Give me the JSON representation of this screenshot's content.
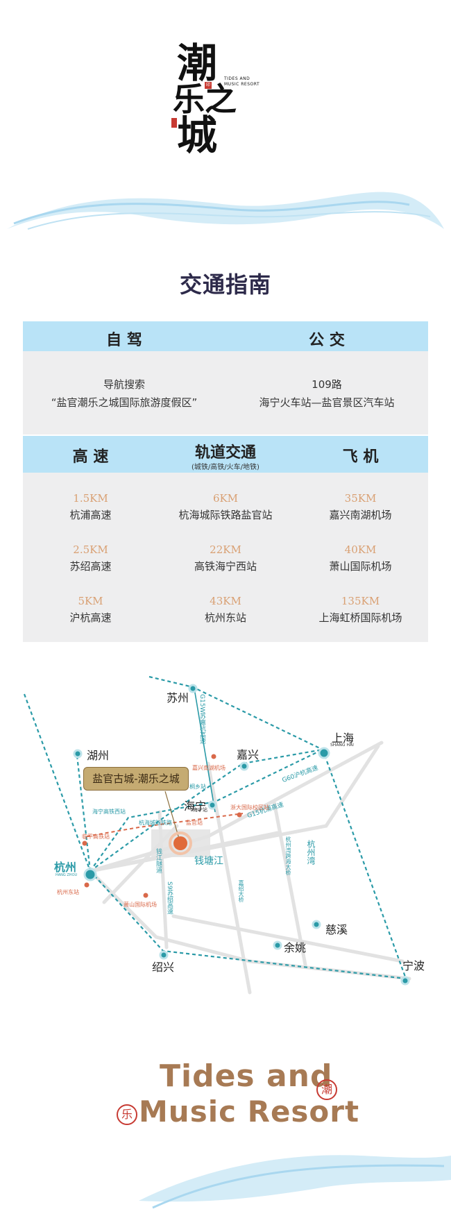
{
  "logo": {
    "line1": "潮",
    "line2": "乐之",
    "line3": "城",
    "english_line1": "TIDES AND",
    "english_line2": "MUSIC RESORT"
  },
  "page": {
    "title": "交通指南"
  },
  "section_top": {
    "headers": [
      "自  驾",
      "公  交"
    ],
    "driving": {
      "line1": "导航搜索",
      "line2": "“盐官潮乐之城国际旅游度假区”"
    },
    "bus": {
      "line1": "109路",
      "line2": "海宁火车站—盐官景区汽车站"
    }
  },
  "section_bottom": {
    "headers": [
      "高  速",
      "轨道交通",
      "飞  机"
    ],
    "rail_subheader": "(城铁/高铁/火车/地铁)",
    "rows": [
      [
        {
          "distance": "1.5KM",
          "name": "杭浦高速"
        },
        {
          "distance": "6KM",
          "name": "杭海城际铁路盐官站"
        },
        {
          "distance": "35KM",
          "name": "嘉兴南湖机场"
        }
      ],
      [
        {
          "distance": "2.5KM",
          "name": "苏绍高速"
        },
        {
          "distance": "22KM",
          "name": "高铁海宁西站"
        },
        {
          "distance": "40KM",
          "name": "萧山国际机场"
        }
      ],
      [
        {
          "distance": "5KM",
          "name": "沪杭高速"
        },
        {
          "distance": "43KM",
          "name": "杭州东站"
        },
        {
          "distance": "135KM",
          "name": "上海虹桥国际机场"
        }
      ]
    ]
  },
  "map": {
    "tooltip": "盐官古城-潮乐之城",
    "cities": {
      "suzhou": "苏州",
      "huzhou": "湖州",
      "shanghai": "上海",
      "shanghai_en": "SHANG HAI",
      "jiaxing": "嘉兴",
      "haining": "海宁",
      "haining_small": "海宁站",
      "hangzhou": "杭州",
      "hangzhou_en": "HANG ZHOU",
      "cixi": "慈溪",
      "yuyao": "余姚",
      "shaoxing": "绍兴",
      "ningbo": "宁波"
    },
    "roads": {
      "g15w": "G15W苏嘉杭高速",
      "g60": "G60沪杭高速",
      "g15": "G15杭浦高速",
      "s9": "S9苏绍高速",
      "qiantang_tunnel": "钱江隧道",
      "jiashao_bridge": "嘉绍大桥",
      "hangzhouwan_bridge": "杭州湾跨海大桥"
    },
    "water": {
      "qiantang_river": "钱塘江",
      "hangzhou_bay": "杭州湾"
    },
    "stations": {
      "jiaxing_airport": "嘉兴南湖机场",
      "tongxiang": "桐乡站",
      "haining_west": "海宁高铁西站",
      "hanghai_rail": "杭海城际铁路",
      "yanguan_station": "盐官站",
      "zheda": "浙大国际校区站",
      "linping": "临平高铁站",
      "hangzhou_east": "杭州东站",
      "xiaoshan_airport": "萧山国际机场"
    },
    "colors": {
      "teal": "#2a9aa7",
      "orange": "#d9694a",
      "road": "#e3e3e3"
    }
  },
  "brand": {
    "line1": "Tides and",
    "line2": "Music Resort",
    "seal1": "乐",
    "seal2": "潮"
  }
}
